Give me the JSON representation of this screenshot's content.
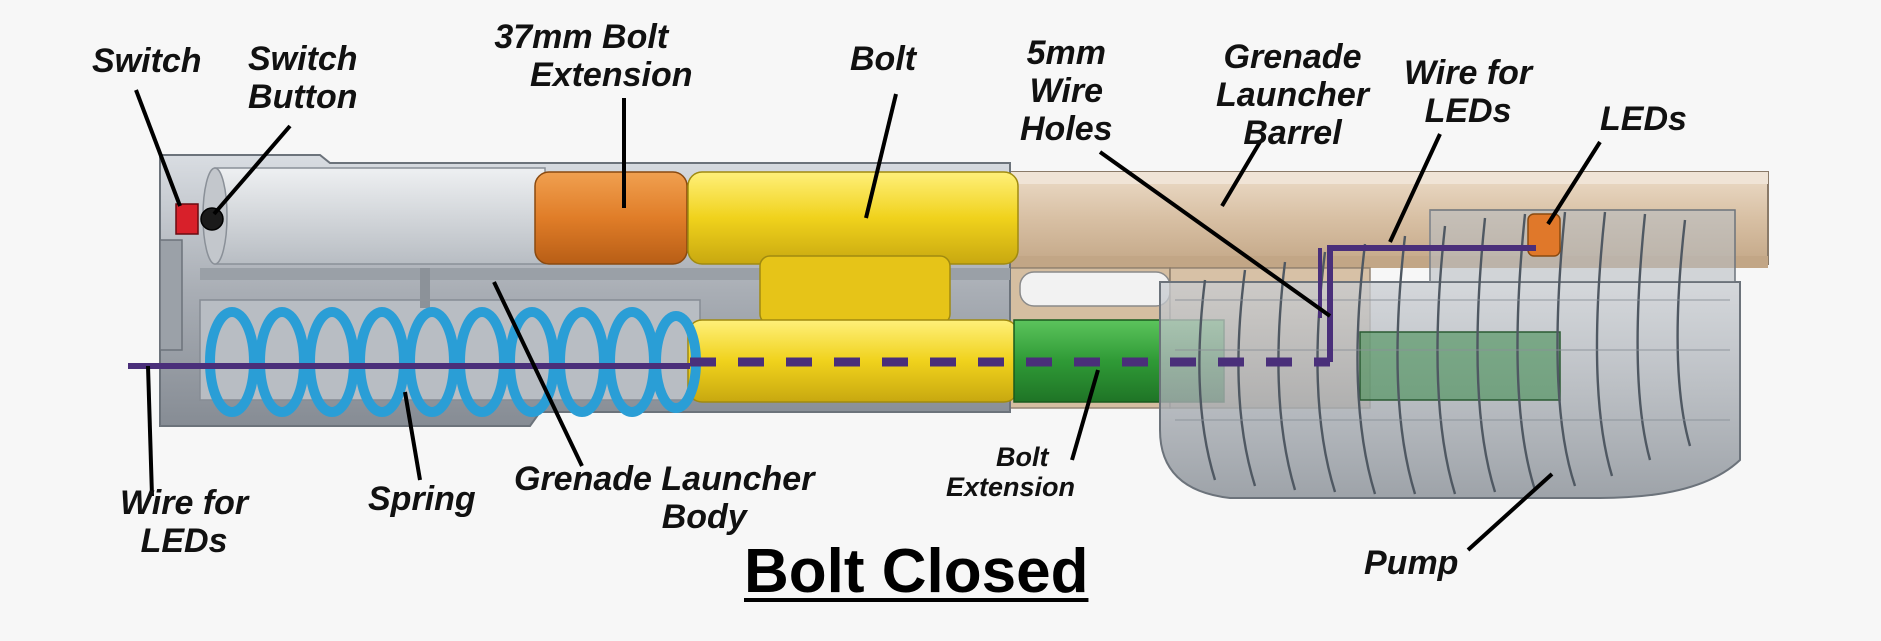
{
  "title": "Bolt Closed",
  "colors": {
    "body": "#a7acb3",
    "body_dark": "#7d848c",
    "bolt_extension_37mm": "#e07d28",
    "bolt": "#f0d21c",
    "bolt_extension": "#2f9a36",
    "barrel": "#d8c0a4",
    "spring": "#2a9ed6",
    "wire": "#4a2f7a",
    "switch": "#d8202a",
    "leds": "#e0782a",
    "pump": "#9aa0a8"
  },
  "labels": {
    "switch": [
      "Switch"
    ],
    "switch_button": [
      "Switch",
      "Button"
    ],
    "bolt_extension_37mm": [
      "37mm Bolt",
      "Extension"
    ],
    "bolt": [
      "Bolt"
    ],
    "wire_holes": [
      "5mm",
      "Wire",
      "Holes"
    ],
    "barrel": [
      "Grenade",
      "Launcher",
      "Barrel"
    ],
    "wire_for_leds_top": [
      "Wire for",
      "LEDs"
    ],
    "leds": [
      "LEDs"
    ],
    "wire_for_leds_bottom": [
      "Wire for",
      "LEDs"
    ],
    "spring": [
      "Spring"
    ],
    "launcher_body": [
      "Grenade Launcher",
      "Body"
    ],
    "bolt_extension": [
      "Bolt",
      "Extension"
    ],
    "pump": [
      "Pump"
    ]
  }
}
